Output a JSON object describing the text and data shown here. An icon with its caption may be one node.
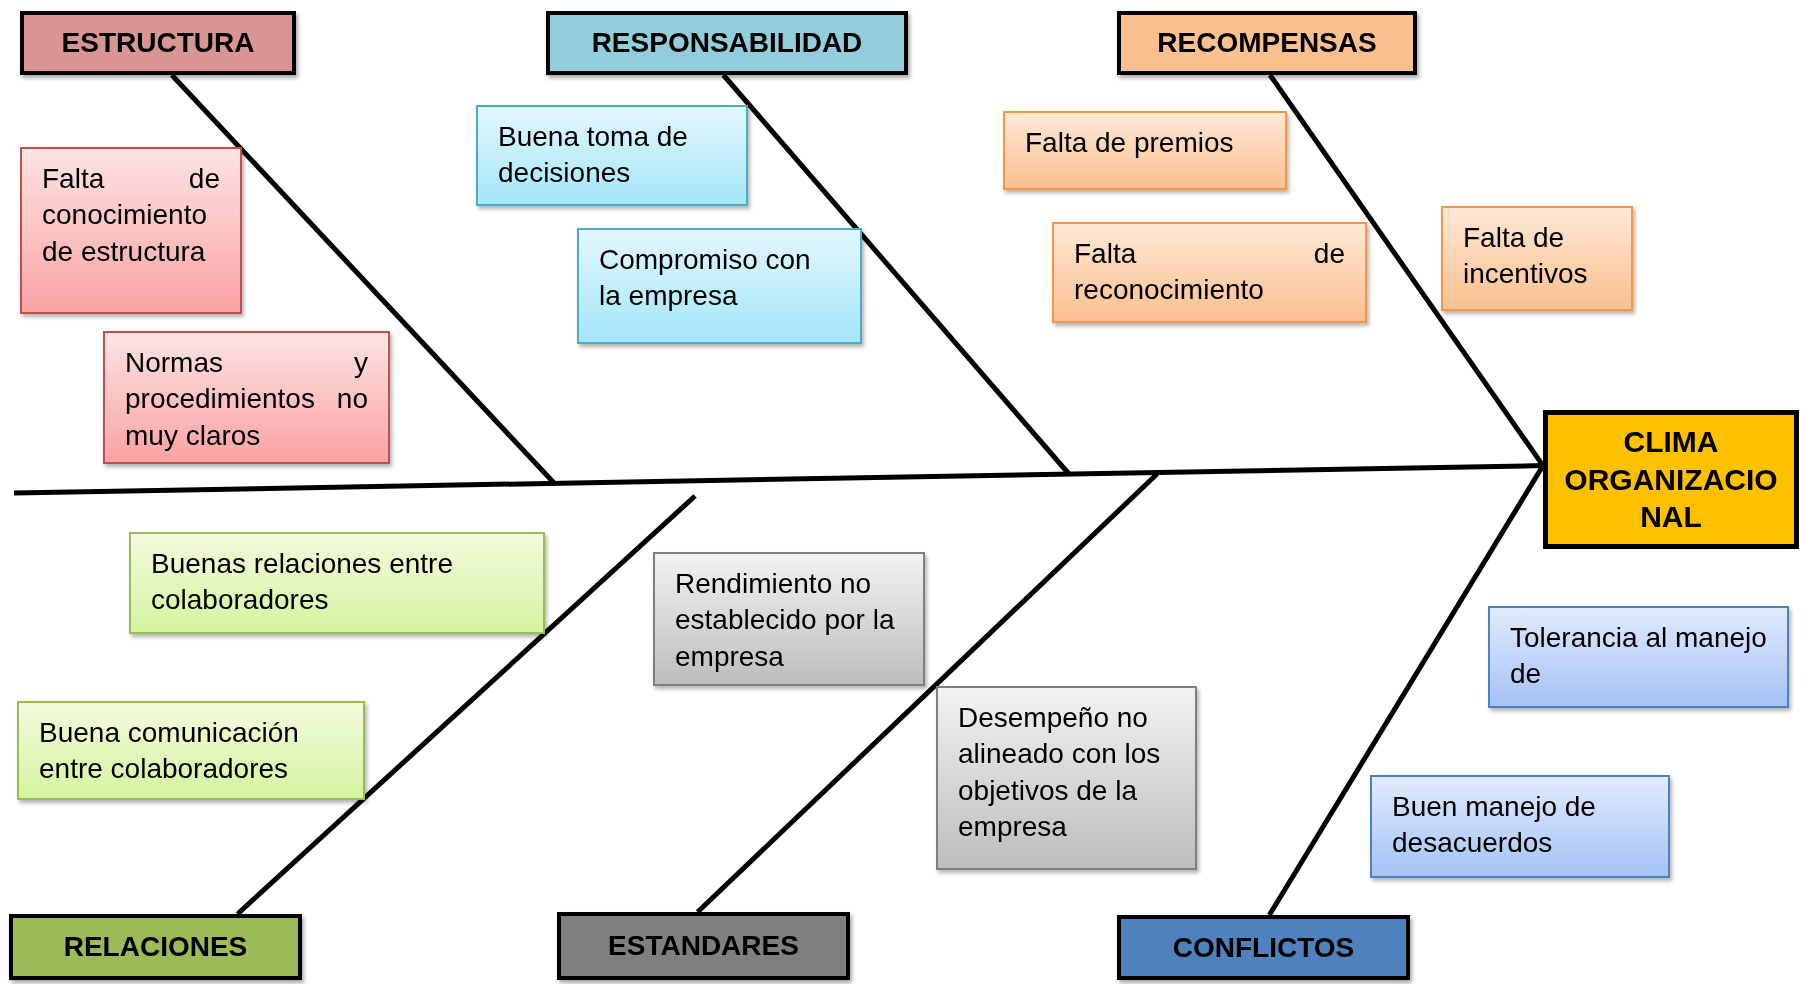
{
  "diagram": {
    "nodes": [
      {
        "text": [
          "ESTRUCTURA"
        ]
      },
      {
        "text": [
          "RESPONSABILIDAD"
        ]
      },
      {
        "text": [
          "RECOMPENSAS"
        ]
      },
      {
        "text": [
          "CLIMA ORGANIZACIONAL"
        ]
      },
      {
        "text": [
          "RELACIONES"
        ]
      },
      {
        "text": [
          "ESTANDARES"
        ]
      },
      {
        "text": [
          "CONFLICTOS"
        ]
      },
      {
        "text": [
          "Falta de conocimiento de estructura"
        ]
      },
      {
        "text": [
          "Normas y procedimientos no muy claros"
        ]
      },
      {
        "text": [
          "Buena toma de decisiones"
        ]
      },
      {
        "text": [
          "Compromiso con la empresa"
        ]
      },
      {
        "text": [
          "Falta de premios"
        ]
      },
      {
        "text": [
          "Falta de reconocimiento"
        ]
      },
      {
        "text": [
          "Falta de incentivos"
        ]
      },
      {
        "text": [
          "Buenas relaciones entre colaboradores"
        ]
      },
      {
        "text": [
          "Buena  comunicación entre colaboradores"
        ]
      },
      {
        "text": [
          "Rendimiento no establecido por la empresa"
        ]
      },
      {
        "text": [
          "Desempeño no alineado con los objetivos de la empresa"
        ]
      },
      {
        "text": [
          "Tolerancia al manejo de"
        ]
      },
      {
        "text": [
          "Buen manejo de desacuerdos"
        ]
      }
    ],
    "edges": [
      {
        "from": null,
        "to": 3,
        "arrow": "none"
      },
      {
        "from": 0,
        "to": null,
        "arrow": "none"
      },
      {
        "from": 1,
        "to": null,
        "arrow": "none"
      },
      {
        "from": 2,
        "to": 3,
        "arrow": "none"
      },
      {
        "from": 4,
        "to": null,
        "arrow": "none"
      },
      {
        "from": 5,
        "to": null,
        "arrow": "none"
      },
      {
        "from": 6,
        "to": 3,
        "arrow": "none"
      }
    ]
  }
}
